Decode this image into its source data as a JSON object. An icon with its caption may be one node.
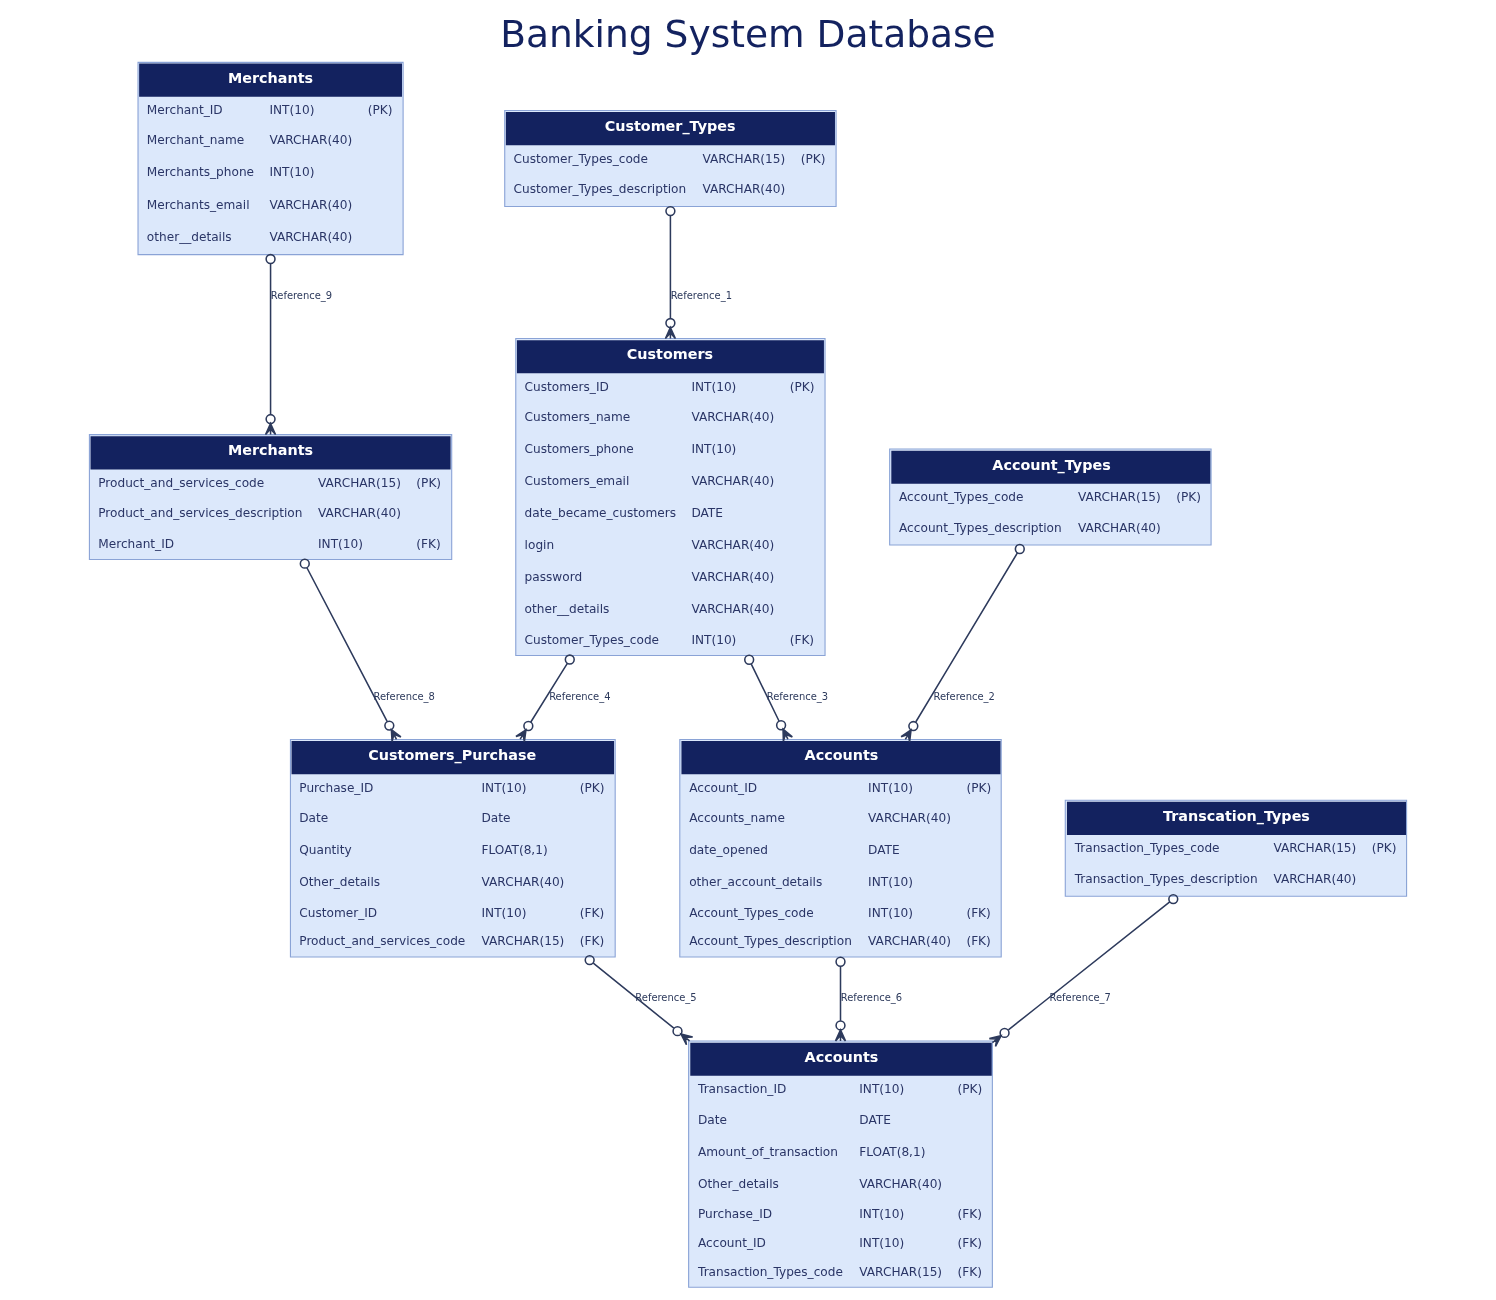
{
  "diagram": {
    "title": "Banking System Database",
    "nodes": [
      {
        "text": [
          "Customer_Types",
          "Customer_Types_code VARCHAR(15) (PK)",
          "Customer_Types_description VARCHAR(40)"
        ]
      },
      {
        "text": [
          "Customers",
          "Customers_ID INT(10) (PK)",
          "Customers_name VARCHAR(40)",
          "Customers_phone INT(10)",
          "Customers_email VARCHAR(40)",
          "date_became_customers DATE",
          "login VARCHAR(40)",
          "password VARCHAR(40)",
          "other__details VARCHAR(40)",
          "Customer_Types_code INT(10) (FK)"
        ]
      },
      {
        "text": [
          "Merchants",
          "Merchant_ID INT(10) (PK)",
          "Merchant_name VARCHAR(40)",
          "Merchants_phone INT(10)",
          "Merchants_email VARCHAR(40)",
          "other__details VARCHAR(40)"
        ]
      },
      {
        "text": [
          "Account_Types",
          "Account_Types_code VARCHAR(15) (PK)",
          "Account_Types_description VARCHAR(40)"
        ]
      },
      {
        "text": [
          "Accounts",
          "Account_ID INT(10) (PK)",
          "Accounts_name VARCHAR(40)",
          "date_opened DATE",
          "other_account_details INT(10)",
          "Account_Types_code INT(10) (FK)",
          "Account_Types_description VARCHAR(40) (FK)"
        ]
      },
      {
        "text": [
          "Customers_Purchase",
          "Purchase_ID INT(10) (PK)",
          "Date Date",
          "Quantity FLOAT(8,1)",
          "Other_details VARCHAR(40)",
          "Customer_ID INT(10) (FK)",
          "Product_and_services_code VARCHAR(15) (FK)"
        ]
      },
      {
        "text": [
          "Merchants",
          "Product_and_services_code VARCHAR(15) (PK)",
          "Product_and_services_description VARCHAR(40)",
          "Merchant_ID INT(10) (FK)"
        ]
      },
      {
        "text": [
          "Accounts",
          "Transaction_ID INT(10) (PK)",
          "Date DATE",
          "Amount_of_transaction FLOAT(8,1)",
          "Other_details VARCHAR(40)",
          "Purchase_ID INT(10) (FK)",
          "Account_ID INT(10) (FK)",
          "Transaction_Types_code VARCHAR(15) (FK)"
        ]
      },
      {
        "text": [
          "Transcation_Types",
          "Transaction_Types_code VARCHAR(15) (PK)",
          "Transaction_Types_description VARCHAR(40)"
        ]
      }
    ],
    "edges": [
      {
        "from": 0,
        "to": 1,
        "arrow": "other",
        "label": "Reference_1"
      },
      {
        "from": 3,
        "to": 4,
        "arrow": "other",
        "label": "Reference_2"
      },
      {
        "from": 1,
        "to": 4,
        "arrow": "other",
        "label": "Reference_3"
      },
      {
        "from": 1,
        "to": 5,
        "arrow": "other",
        "label": "Reference_4"
      },
      {
        "from": 5,
        "to": 7,
        "arrow": "other",
        "label": "Reference_5"
      },
      {
        "from": 4,
        "to": 7,
        "arrow": "other",
        "label": "Reference_6"
      },
      {
        "from": 8,
        "to": 7,
        "arrow": "other",
        "label": "Reference_7"
      },
      {
        "from": 6,
        "to": 5,
        "arrow": "other",
        "label": "Reference_8"
      },
      {
        "from": 2,
        "to": 6,
        "arrow": "other",
        "label": "Reference_9"
      }
    ]
  }
}
